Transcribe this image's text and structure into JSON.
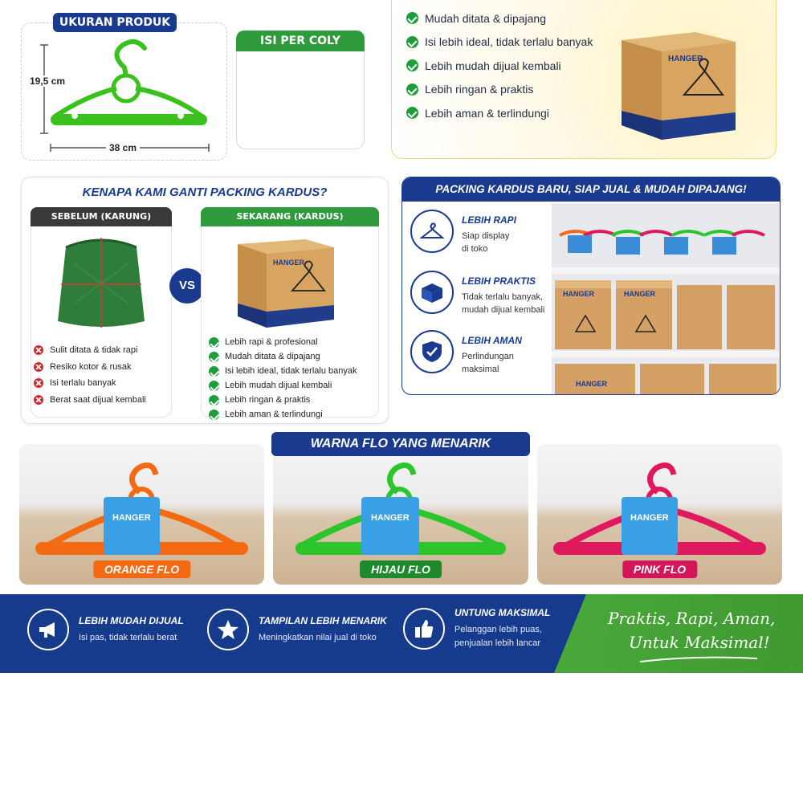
{
  "size_card": {
    "title": "UKURAN PRODUK",
    "height_label": "19,5 cm",
    "width_label": "38 cm"
  },
  "isi_card": {
    "title": "ISI PER COLY"
  },
  "top_benefits": [
    "Mudah ditata & dipajang",
    "Isi lebih ideal, tidak terlalu banyak",
    "Lebih mudah dijual kembali",
    "Lebih ringan & praktis",
    "Lebih aman & terlindungi"
  ],
  "box_label": "HANGER",
  "why": {
    "title": "KENAPA KAMI GANTI PACKING KARDUS?",
    "before_title": "SEBELUM (KARUNG)",
    "after_title": "SEKARANG (KARDUS)",
    "vs": "VS",
    "before_items": [
      "Sulit ditata & tidak rapi",
      "Resiko kotor & rusak",
      "Isi terlalu banyak",
      "Berat saat dijual kembali"
    ],
    "after_items": [
      "Lebih rapi & profesional",
      "Mudah ditata & dipajang",
      "Isi lebih ideal, tidak terlalu banyak",
      "Lebih mudah dijual kembali",
      "Lebih ringan & praktis",
      "Lebih aman & terlindungi"
    ]
  },
  "packing": {
    "title": "PACKING KARDUS BARU, SIAP JUAL & MUDAH DIPAJANG!",
    "features": [
      {
        "title": "LEBIH RAPI",
        "desc1": "Siap display",
        "desc2": "di toko",
        "icon": "hanger-icon"
      },
      {
        "title": "LEBIH PRAKTIS",
        "desc1": "Tidak terlalu banyak,",
        "desc2": "mudah dijual kembali",
        "icon": "box-icon"
      },
      {
        "title": "LEBIH AMAN",
        "desc1": "Perlindungan",
        "desc2": "maksimal",
        "icon": "shield-check-icon"
      }
    ],
    "shelf_box_label": "HANGER"
  },
  "colors": {
    "title": "WARNA FLO YANG MENARIK",
    "items": [
      {
        "label": "ORANGE FLO",
        "hex": "#f46a12"
      },
      {
        "label": "HIJAU FLO",
        "hex": "#2cc52c"
      },
      {
        "label": "PINK FLO",
        "hex": "#e0185e"
      }
    ],
    "tag_label": "HANGER"
  },
  "bottom": {
    "features": [
      {
        "title": "LEBIH MUDAH DIJUAL",
        "desc1": "Isi pas, tidak terlalu berat",
        "desc2": "",
        "icon": "megaphone-icon"
      },
      {
        "title": "TAMPILAN LEBIH MENARIK",
        "desc1": "Meningkatkan nilai jual di toko",
        "desc2": "",
        "icon": "star-icon"
      },
      {
        "title": "UNTUNG MAKSIMAL",
        "desc1": "Pelanggan lebih puas,",
        "desc2": "penjualan lebih lancar",
        "icon": "thumbs-up-icon"
      }
    ],
    "slogan1": "Praktis, Rapi, Aman,",
    "slogan2": "Untuk Maksimal!"
  },
  "palette": {
    "navy": "#1a3a8f",
    "green": "#2e9a3c",
    "dark": "#333333",
    "yellow_bg": "#fff8e0"
  }
}
